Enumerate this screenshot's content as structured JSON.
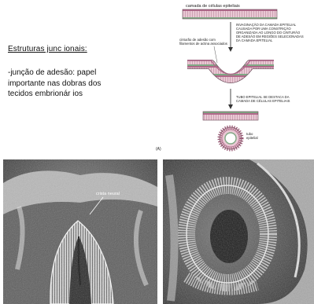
{
  "text": {
    "heading": "Estruturas junc ionais:",
    "paragraph_lines": [
      "-junção  de  adesão:  papel",
      "importante  nas  dobras  dos",
      "tecidos embrionár ios"
    ]
  },
  "figure": {
    "top_label": "camada de células epiteliais",
    "step1_lines": [
      "INVAGINAÇÃO DA CAMADA EPITELIAL",
      "CAUSADA POR UMA CONSTRIÇÃO",
      "ORGANIZADA AO LONGO DO CINTURÃO",
      "DE ADESÃO EM REGIÕES SELECIONADAS",
      "DA CAMADA EPITELIAL"
    ],
    "adhesion_label_lines": [
      "cinturão de adesão com",
      "filamentos de actina associados"
    ],
    "step2_lines": [
      "TUBO EPITELIAL SE DESTACA DA",
      "CAMADA DE CÉLULAS EPITELIAIS"
    ],
    "tube_label_lines": [
      "tubo",
      "epitelial"
    ],
    "panel_label": "(A)"
  },
  "photos": {
    "left_label": "crista neural"
  }
}
